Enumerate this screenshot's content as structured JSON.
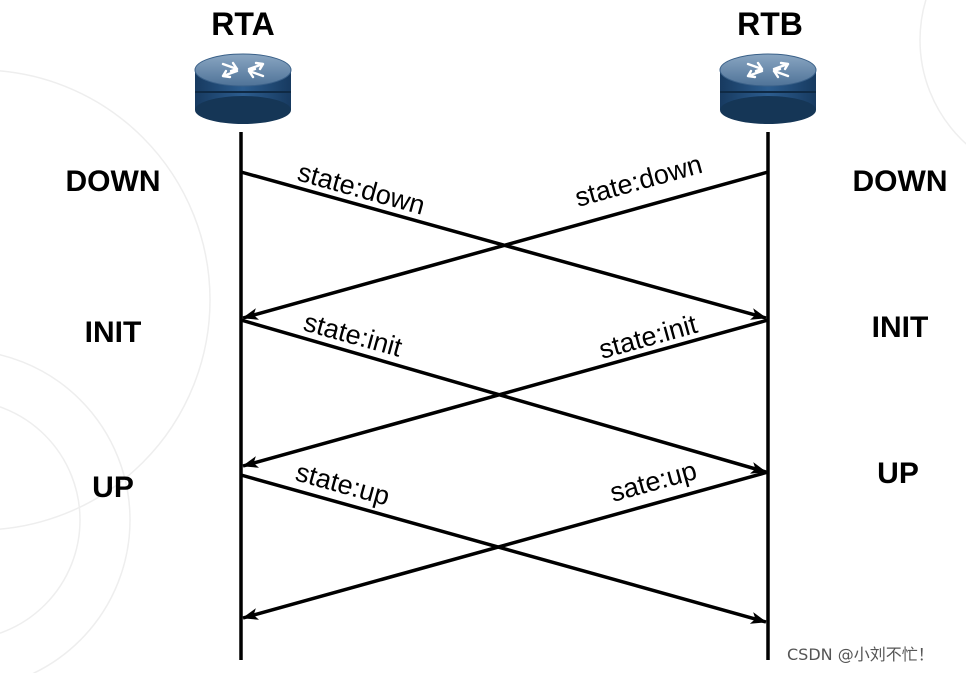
{
  "nodes": {
    "left": {
      "name": "RTA",
      "icon": "router-icon"
    },
    "right": {
      "name": "RTB",
      "icon": "router-icon"
    }
  },
  "states": {
    "left": [
      "DOWN",
      "INIT",
      "UP"
    ],
    "right": [
      "DOWN",
      "INIT",
      "UP"
    ]
  },
  "messages": [
    {
      "from": "RTA",
      "to": "RTB",
      "text": "state:down"
    },
    {
      "from": "RTB",
      "to": "RTA",
      "text": "state:down"
    },
    {
      "from": "RTA",
      "to": "RTB",
      "text": "state:init"
    },
    {
      "from": "RTB",
      "to": "RTA",
      "text": "state:init"
    },
    {
      "from": "RTA",
      "to": "RTB",
      "text": "state:up"
    },
    {
      "from": "RTB",
      "to": "RTA",
      "text": "sate:up"
    }
  ],
  "watermark": "CSDN @小刘不忙！",
  "colors": {
    "router_top": "#6e8fae",
    "router_body": "#1f4b7a",
    "line": "#000000"
  }
}
